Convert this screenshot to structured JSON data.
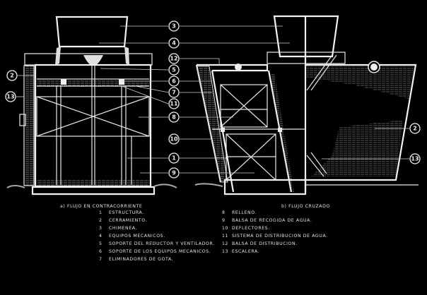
{
  "diagram": {
    "callouts_center": [
      "3",
      "4",
      "12",
      "5",
      "6",
      "7",
      "11",
      "8",
      "10",
      "1",
      "9"
    ],
    "callouts_left": [
      "2",
      "13"
    ],
    "callouts_right": [
      "2",
      "13"
    ]
  },
  "legend": {
    "heading_a": "a) FLUJO EN CONTRACORRIENTE",
    "heading_b": "b) FLUJO CRUZADO",
    "items_left": [
      {
        "num": "1",
        "text": "ESTRUCTURA."
      },
      {
        "num": "2",
        "text": "CERRAMIENTO."
      },
      {
        "num": "3",
        "text": "CHIMENEA."
      },
      {
        "num": "4",
        "text": "EQUIPOS MECANICOS."
      },
      {
        "num": "5",
        "text": "SOPORTE DEL REDUCTOR Y VENTILADOR."
      },
      {
        "num": "6",
        "text": "SOPORTE DE LOS EQUIPOS MECANICOS."
      },
      {
        "num": "7",
        "text": "ELIMINADORES DE GOTA."
      }
    ],
    "items_right": [
      {
        "num": "8",
        "text": "RELLENO."
      },
      {
        "num": "9",
        "text": "BALSA DE RECOGIDA DE AGUA."
      },
      {
        "num": "10",
        "text": "DEFLECTORES."
      },
      {
        "num": "11",
        "text": "SISTEMA DE DISTRIBUCION DE AGUA."
      },
      {
        "num": "12",
        "text": "BALSA DE DISTRIBUCION."
      },
      {
        "num": "13",
        "text": "ESCALERA."
      }
    ]
  }
}
